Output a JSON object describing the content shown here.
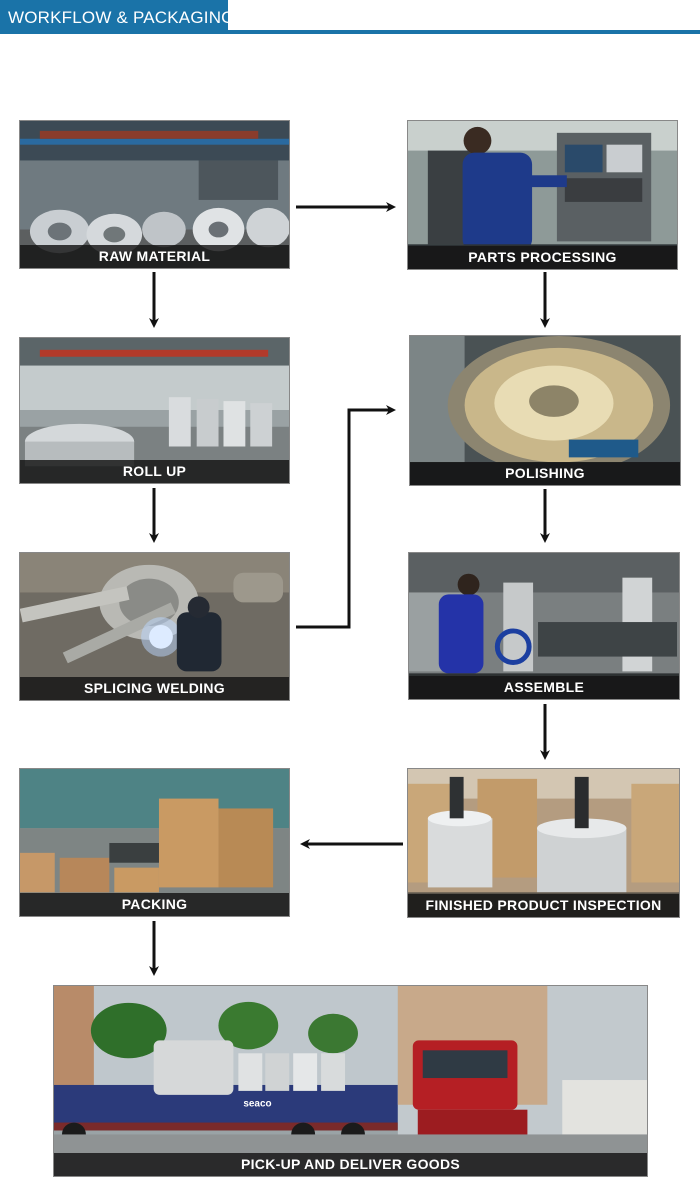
{
  "header": {
    "title": "WORKFLOW & PACKAGING"
  },
  "steps": [
    {
      "id": "raw-material",
      "label": "RAW MATERIAL"
    },
    {
      "id": "parts-processing",
      "label": "PARTS PROCESSING"
    },
    {
      "id": "roll-up",
      "label": "ROLL UP"
    },
    {
      "id": "polishing",
      "label": "POLISHING"
    },
    {
      "id": "splicing-welding",
      "label": "SPLICING WELDING"
    },
    {
      "id": "assemble",
      "label": "ASSEMBLE"
    },
    {
      "id": "packing",
      "label": "PACKING"
    },
    {
      "id": "finished-product-inspection",
      "label": "FINISHED PRODUCT INSPECTION"
    },
    {
      "id": "pick-up-and-deliver-goods",
      "label": "PICK-UP AND DELIVER GOODS"
    }
  ],
  "delivery_photo_text": {
    "truck_brand": "seaco"
  },
  "colors": {
    "accent": "#1a73a8",
    "arrow": "#111111",
    "caption_bg": "#141414"
  }
}
